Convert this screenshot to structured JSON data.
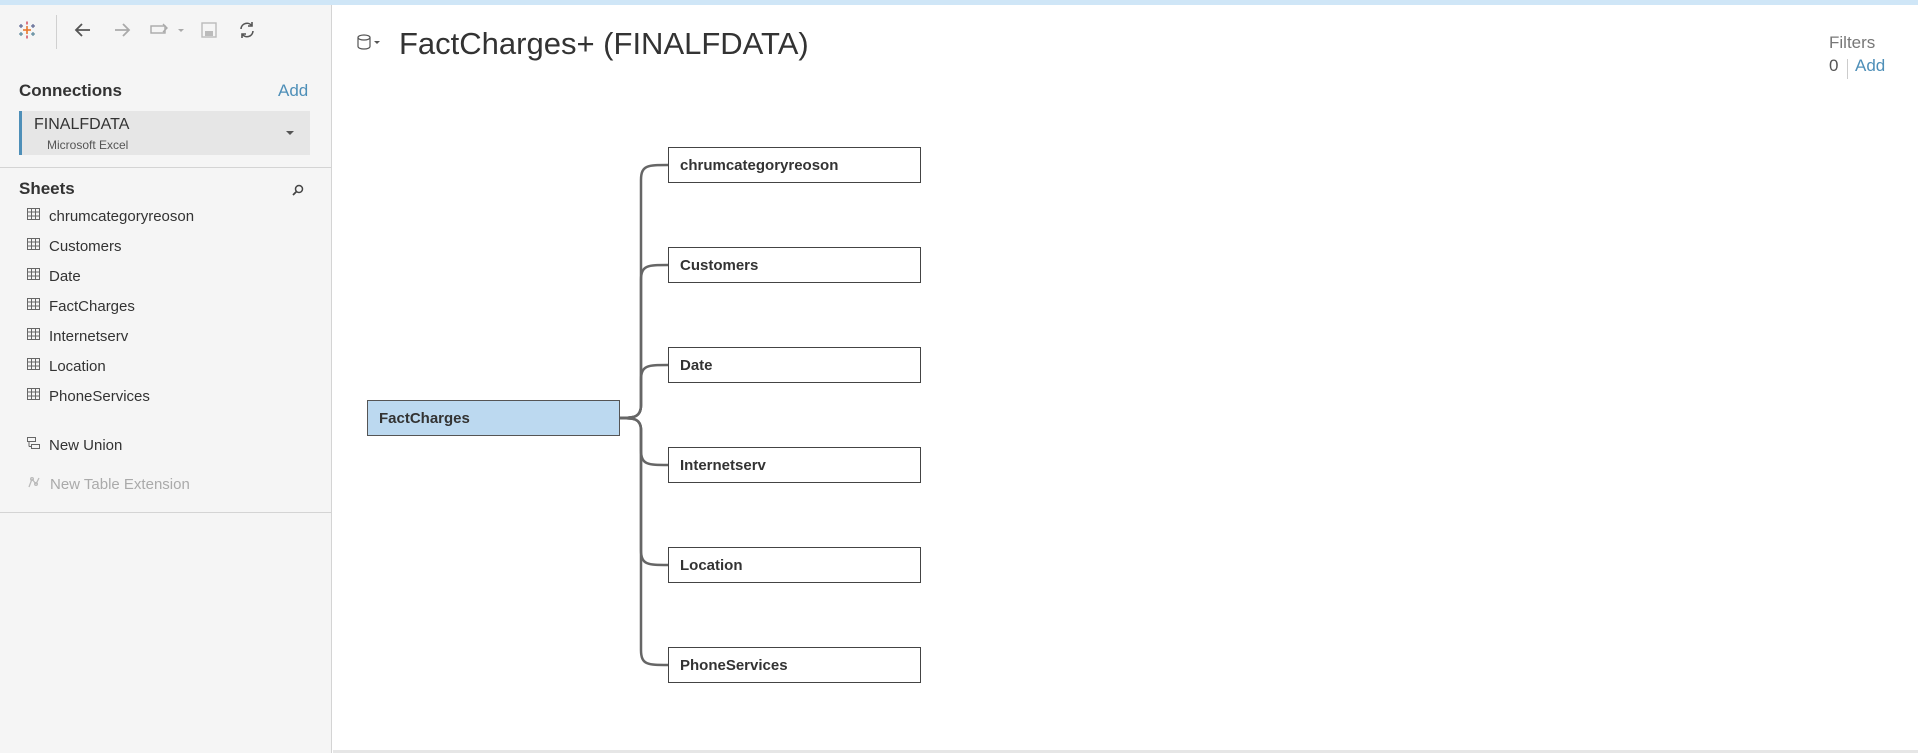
{
  "sidebar": {
    "connections_title": "Connections",
    "connections_add": "Add",
    "connection": {
      "name": "FINALFDATA",
      "type": "Microsoft Excel"
    },
    "sheets_title": "Sheets",
    "sheets": [
      "chrumcategoryreoson",
      "Customers",
      "Date",
      "FactCharges",
      "Internetserv",
      "Location",
      "PhoneServices"
    ],
    "new_union": "New Union",
    "new_table_extension": "New Table Extension"
  },
  "canvas": {
    "title": "FactCharges+ (FINALFDATA)",
    "filters": {
      "label": "Filters",
      "count": "0",
      "add": "Add"
    },
    "root_table": "FactCharges",
    "related_tables": [
      "chrumcategoryreoson",
      "Customers",
      "Date",
      "Internetserv",
      "Location",
      "PhoneServices"
    ]
  },
  "colors": {
    "accent": "#4e8fb8",
    "root_fill": "#bcd9f0",
    "topbar": "#cfe6f7"
  }
}
